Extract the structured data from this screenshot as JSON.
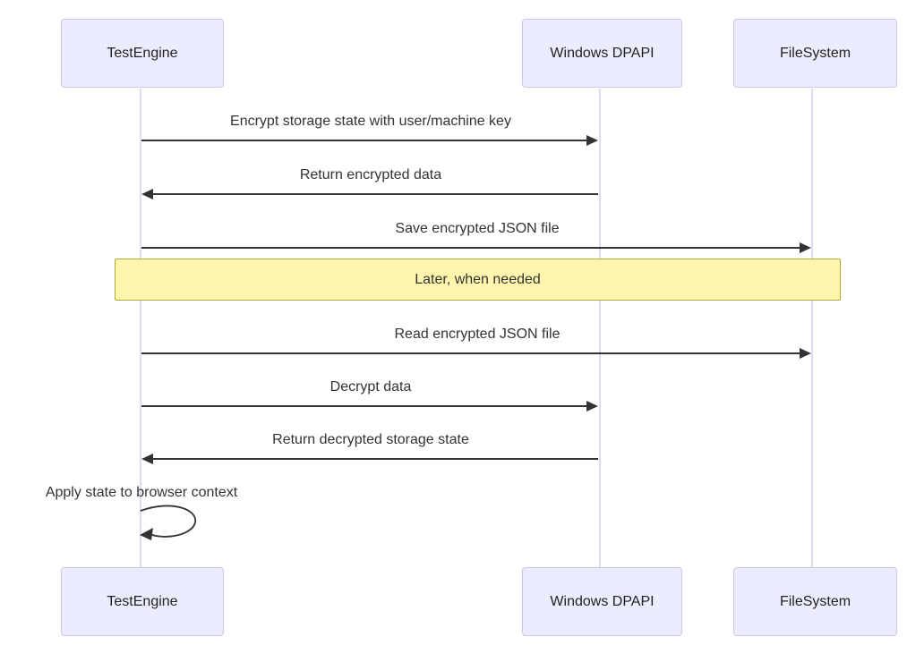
{
  "diagram": {
    "type": "sequence-diagram",
    "participants": [
      {
        "name": "TestEngine"
      },
      {
        "name": "Windows DPAPI"
      },
      {
        "name": "FileSystem"
      }
    ],
    "messages": [
      {
        "label": "Encrypt storage state with user/machine key",
        "from": "TestEngine",
        "to": "Windows DPAPI",
        "arrow": "solid-right"
      },
      {
        "label": "Return encrypted data",
        "from": "Windows DPAPI",
        "to": "TestEngine",
        "arrow": "solid-left"
      },
      {
        "label": "Save encrypted JSON file",
        "from": "TestEngine",
        "to": "FileSystem",
        "arrow": "solid-right"
      },
      {
        "label": "Read encrypted JSON file",
        "from": "TestEngine",
        "to": "FileSystem",
        "arrow": "solid-right"
      },
      {
        "label": "Decrypt data",
        "from": "TestEngine",
        "to": "Windows DPAPI",
        "arrow": "solid-right"
      },
      {
        "label": "Return decrypted storage state",
        "from": "Windows DPAPI",
        "to": "TestEngine",
        "arrow": "solid-left"
      },
      {
        "label": "Apply state to browser context",
        "from": "TestEngine",
        "to": "TestEngine",
        "arrow": "self-loop"
      }
    ],
    "note": {
      "label": "Later, when needed",
      "span": "TestEngine to FileSystem"
    },
    "colors": {
      "background": "#FFFFFF",
      "actor_fill": "#ECECFF",
      "actor_border": "#C9C6E8",
      "lifeline": "#DCDCF0",
      "note_fill": "#FFF5AD",
      "note_border": "#AAAA33",
      "message_line": "#333333",
      "text": "#333333"
    }
  }
}
